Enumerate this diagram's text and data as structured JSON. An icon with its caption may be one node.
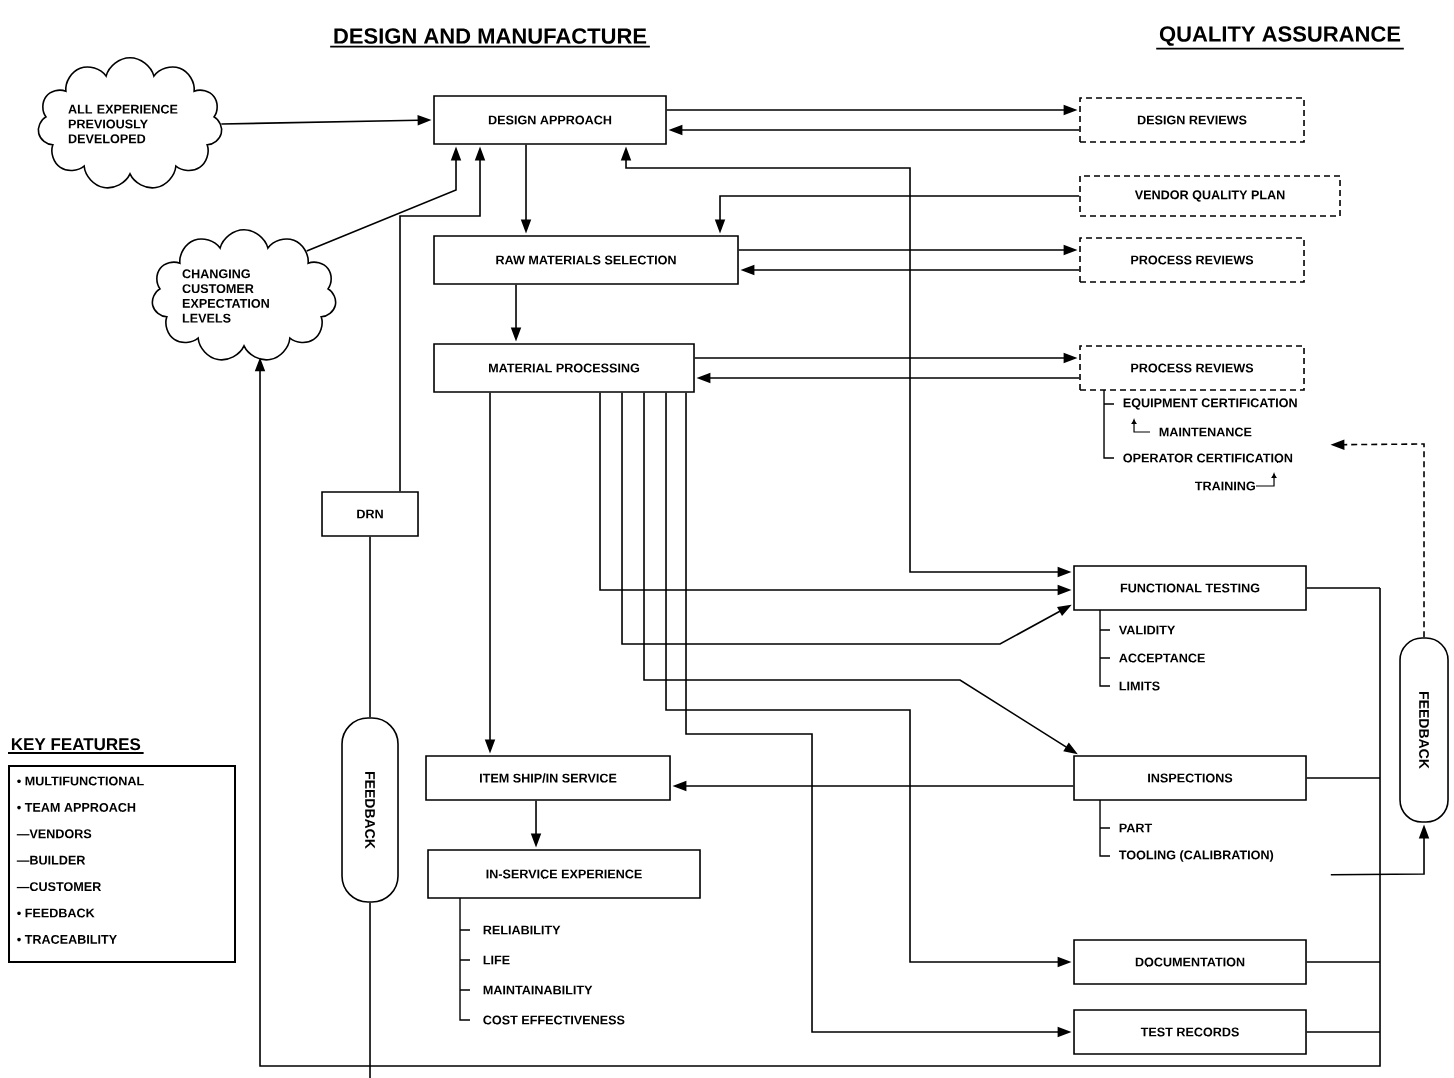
{
  "diagram": {
    "nodes": [
      {
        "text": [
          "ALL EXPERIENCE PREVIOUSLY DEVELOPED"
        ]
      },
      {
        "text": [
          "DESIGN APPROACH"
        ]
      },
      {
        "text": [
          "DESIGN REVIEWS"
        ]
      },
      {
        "text": [
          "CHANGING CUSTOMER EXPECTATION LEVELS"
        ]
      },
      {
        "text": [
          "VENDOR QUALITY PLAN"
        ]
      },
      {
        "text": [
          "RAW MATERIALS SELECTION"
        ]
      },
      {
        "text": [
          "PROCESS REVIEWS"
        ]
      },
      {
        "text": [
          "MATERIAL PROCESSING"
        ]
      },
      {
        "text": [
          "PROCESS REVIEWS"
        ],
        "beside": [
          "EQUIPMENT CERTIFICATION",
          "MAINTENANCE",
          "OPERATOR CERTIFICATION",
          "TRAINING"
        ]
      },
      {
        "text": [
          "DRN"
        ]
      },
      {
        "text": [
          "FUNCTIONAL TESTING"
        ],
        "beside": [
          "VALIDITY",
          "ACCEPTANCE",
          "LIMITS"
        ]
      },
      {
        "text": [
          "KEY FEATURES",
          "• MULTIFUNCTIONAL",
          "• TEAM APPROACH",
          "—VENDORS",
          "—BUILDER",
          "—CUSTOMER",
          "• FEEDBACK",
          "• TRACEABILITY"
        ]
      },
      {
        "text": [
          "FEEDBACK"
        ]
      },
      {
        "text": [
          "ITEM SHIP/IN SERVICE"
        ]
      },
      {
        "text": [
          "INSPECTIONS"
        ],
        "beside": [
          "PART",
          "TOOLING (CALIBRATION)"
        ]
      },
      {
        "text": [
          "FEEDBACK"
        ]
      },
      {
        "text": [
          "IN-SERVICE EXPERIENCE"
        ],
        "beside": [
          "RELIABILITY",
          "LIFE",
          "MAINTAINABILITY",
          "COST EFFECTIVENESS"
        ]
      },
      {
        "text": [
          "DOCUMENTATION"
        ]
      },
      {
        "text": [
          "TEST RECORDS"
        ]
      }
    ],
    "edges": [
      {
        "from": 0,
        "to": 1,
        "arrow": "to"
      },
      {
        "from": 3,
        "to": 1,
        "arrow": "to"
      },
      {
        "from": 9,
        "to": 1,
        "arrow": "to"
      },
      {
        "from": 1,
        "to": 2,
        "arrow": "to"
      },
      {
        "from": 2,
        "to": 1,
        "arrow": "to"
      },
      {
        "from": 1,
        "to": 5,
        "arrow": "to"
      },
      {
        "from": 1,
        "to": 10,
        "arrow": "both"
      },
      {
        "from": 4,
        "to": 5,
        "arrow": "to"
      },
      {
        "from": 5,
        "to": 6,
        "arrow": "to"
      },
      {
        "from": 6,
        "to": 5,
        "arrow": "to"
      },
      {
        "from": 5,
        "to": 7,
        "arrow": "to"
      },
      {
        "from": 7,
        "to": 8,
        "arrow": "to"
      },
      {
        "from": 8,
        "to": 7,
        "arrow": "to"
      },
      {
        "from": 15,
        "to": 8,
        "arrow": "to",
        "style": "dashed"
      },
      {
        "from": 7,
        "to": 10,
        "arrow": "to"
      },
      {
        "from": 7,
        "to": 10,
        "arrow": "to"
      },
      {
        "from": 7,
        "to": 14,
        "arrow": "to"
      },
      {
        "from": 7,
        "to": 17,
        "arrow": "to"
      },
      {
        "from": 7,
        "to": 18,
        "arrow": "to"
      },
      {
        "from": 7,
        "to": 13,
        "arrow": "to"
      },
      {
        "from": 14,
        "to": 13,
        "arrow": "to"
      },
      {
        "from": 13,
        "to": 16,
        "arrow": "to"
      },
      {
        "from": 10,
        "to": 3,
        "arrow": "to"
      },
      {
        "from": 14,
        "to": 3,
        "arrow": "to"
      },
      {
        "from": 17,
        "to": 3,
        "arrow": "to"
      },
      {
        "from": 18,
        "to": 3,
        "arrow": "to"
      },
      {
        "from": 14,
        "to": 15,
        "arrow": "to"
      },
      {
        "from": 12,
        "to": 9,
        "arrow": "none"
      },
      {
        "from": 12,
        "to": null,
        "arrow": "none"
      }
    ],
    "labels": [
      "DESIGN AND MANUFACTURE",
      "QUALITY ASSURANCE"
    ]
  }
}
